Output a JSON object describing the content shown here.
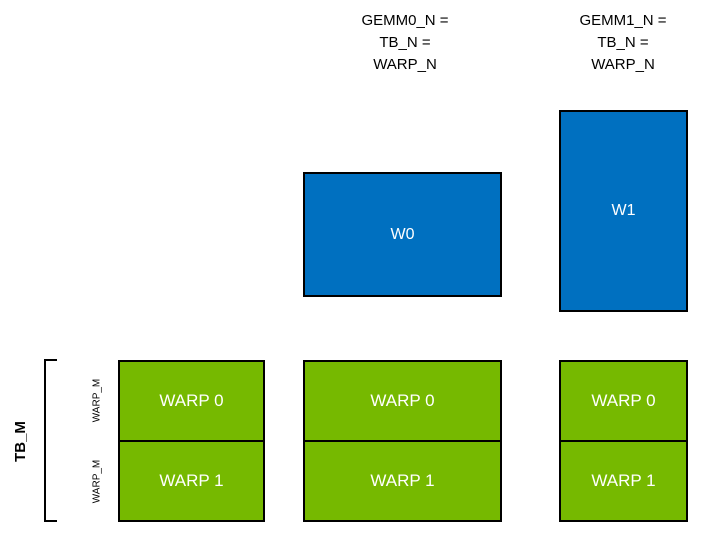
{
  "colors": {
    "blue": "#0070C0",
    "green": "#76B900",
    "border": "#000000",
    "box_text": "#ffffff",
    "label_text": "#000000"
  },
  "headers": {
    "gemm0": {
      "line1": "GEMM0_N =",
      "line2": "TB_N =",
      "line3": "WARP_N"
    },
    "gemm1": {
      "line1": "GEMM1_N =",
      "line2": "TB_N =",
      "line3": "WARP_N"
    }
  },
  "warp_tiles": {
    "w0": "W0",
    "w1": "W1"
  },
  "thread_blocks": {
    "left": {
      "warp0": "WARP 0",
      "warp1": "WARP 1"
    },
    "middle": {
      "warp0": "WARP 0",
      "warp1": "WARP 1"
    },
    "right": {
      "warp0": "WARP 0",
      "warp1": "WARP 1"
    }
  },
  "side_labels": {
    "tb_m": "TB_M",
    "warp_m_row0": "WARP_M",
    "warp_m_row1": "WARP_M"
  }
}
